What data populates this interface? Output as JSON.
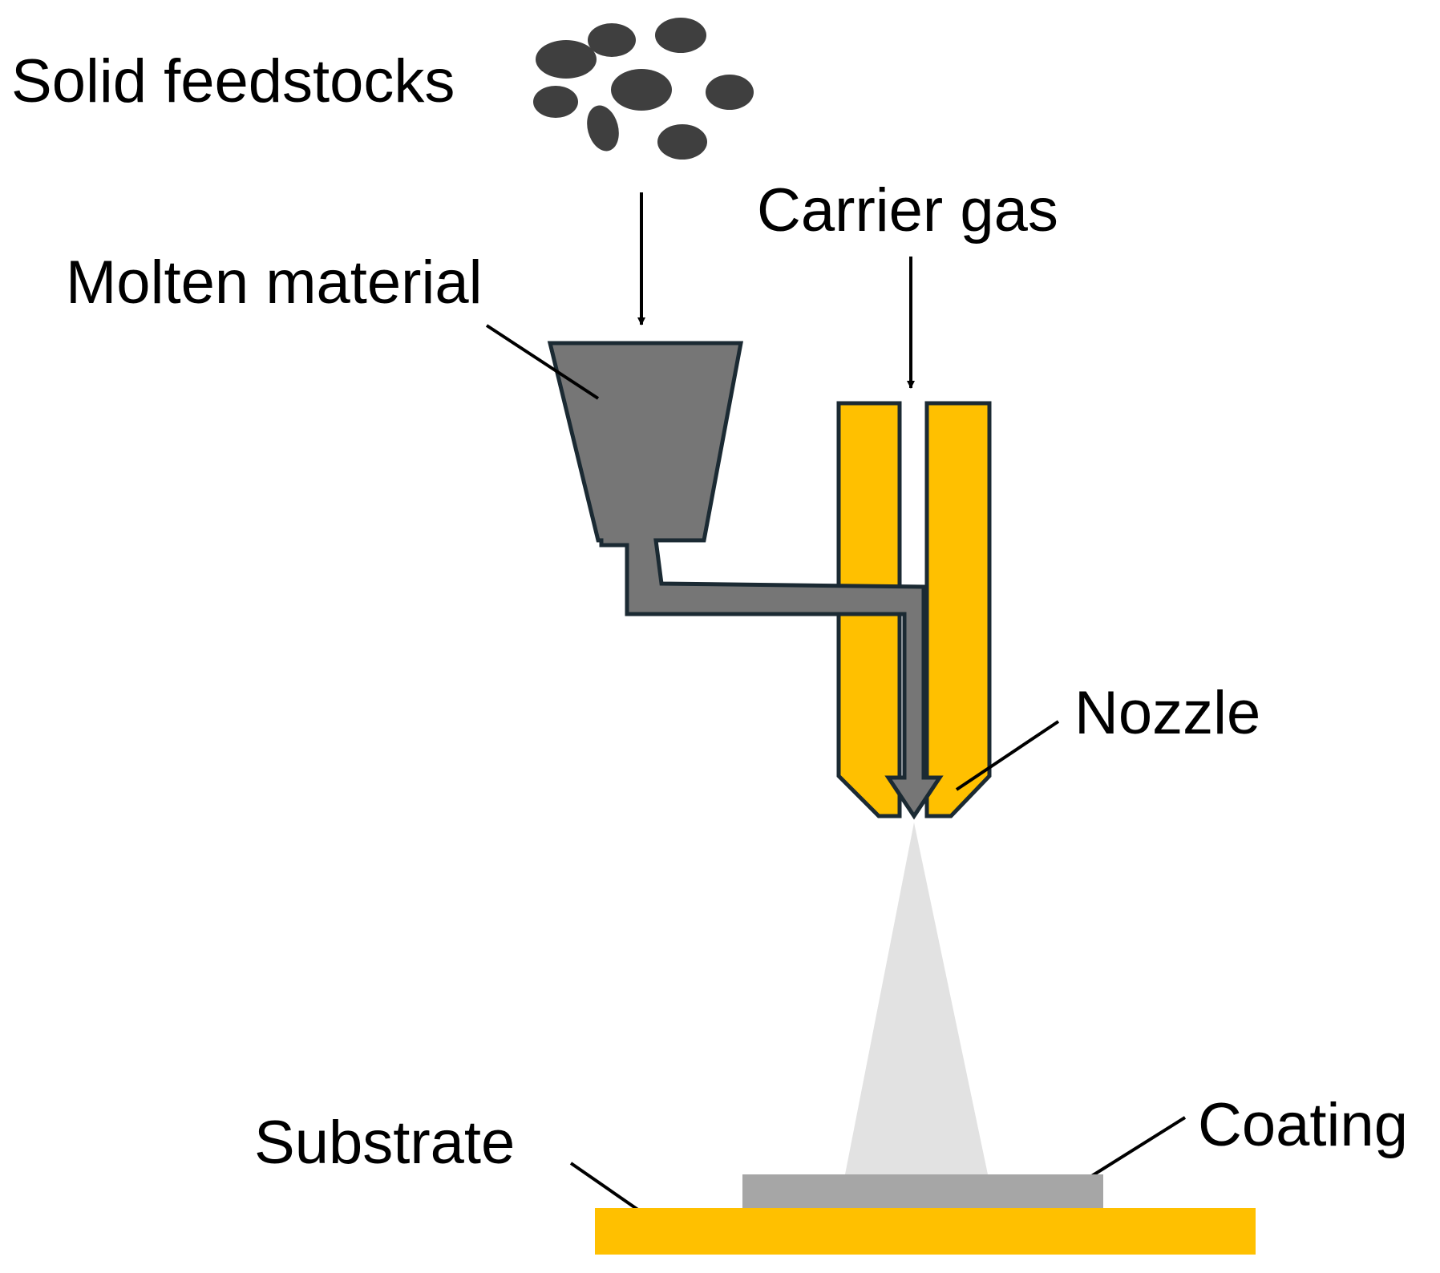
{
  "diagram": {
    "labels": {
      "solid_feedstocks": "Solid feedstocks",
      "carrier_gas": "Carrier gas",
      "molten_material": "Molten material",
      "nozzle": "Nozzle",
      "substrate": "Substrate",
      "coating": "Coating"
    },
    "colors": {
      "feedstock_particles": "#3f3f3f",
      "molten_material": "#767676",
      "nozzle": "#ffc000",
      "outline": "#1b2a33",
      "spray_plume": "#e2e2e2",
      "coating": "#a6a6a6",
      "substrate": "#ffc000",
      "arrows": "#000000"
    }
  }
}
